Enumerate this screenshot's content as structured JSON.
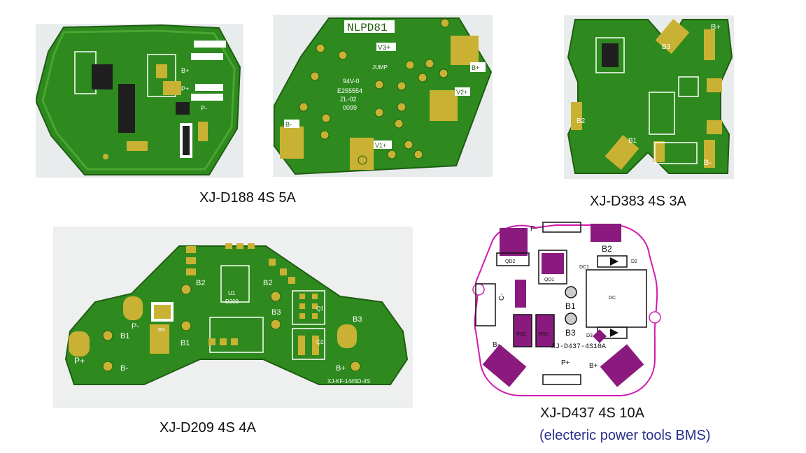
{
  "boards": [
    {
      "id": "d188",
      "caption": "XJ-D188 4S 5A",
      "labels": {
        "bp": "B+",
        "pp": "P+",
        "pm": "P-"
      }
    },
    {
      "id": "nlpd81",
      "caption": "",
      "labels": {
        "title": "NLPD81",
        "v3": "V3+",
        "v2": "V2+",
        "v1": "V1+",
        "bp": "B+",
        "bm": "B-",
        "rating": "94V-0",
        "ul": "E255554",
        "code1": "ZL-02",
        "code2": "0099",
        "jump": "JUMP"
      }
    },
    {
      "id": "d383",
      "caption": "XJ-D383 4S 3A",
      "labels": {
        "bp": "B+",
        "b3": "B3",
        "b2": "B2",
        "b1": "B1",
        "bm": "B-"
      }
    },
    {
      "id": "d209",
      "caption": "XJ-D209 4S 4A",
      "labels": {
        "pp": "P+",
        "pm": "P-",
        "b1": "B1",
        "bm": "B-",
        "b2": "B2",
        "b3": "B3",
        "bp": "B+",
        "ic": "D209",
        "u1": "U1",
        "rs": "RS",
        "q1": "Q1",
        "q2": "Q2",
        "model": "XJ-KF-1445D-4S"
      }
    },
    {
      "id": "d437",
      "caption": "XJ-D437 4S 10A",
      "subtitle": "(electeric power tools BMS)",
      "labels": {
        "pm": "P-",
        "pp": "P+",
        "cm": "C-",
        "b2": "B2",
        "b1": "B1",
        "b3": "B3",
        "bm": "B-",
        "bp": "B+",
        "qd1": "QD1",
        "qd2": "QD2",
        "rs1": "RS1",
        "rs2": "RS2",
        "d2": "D2",
        "d3": "D3",
        "dc": "DC",
        "dc1": "DC1",
        "model": "XJ-D437-4S10A"
      }
    }
  ],
  "colors": {
    "pcb_green": "#2e8a1e",
    "pcb_dark": "#236c16",
    "gold_pad": "#c9b233",
    "purple": "#8a1a7e",
    "subtitle_blue": "#2a2f8c"
  }
}
